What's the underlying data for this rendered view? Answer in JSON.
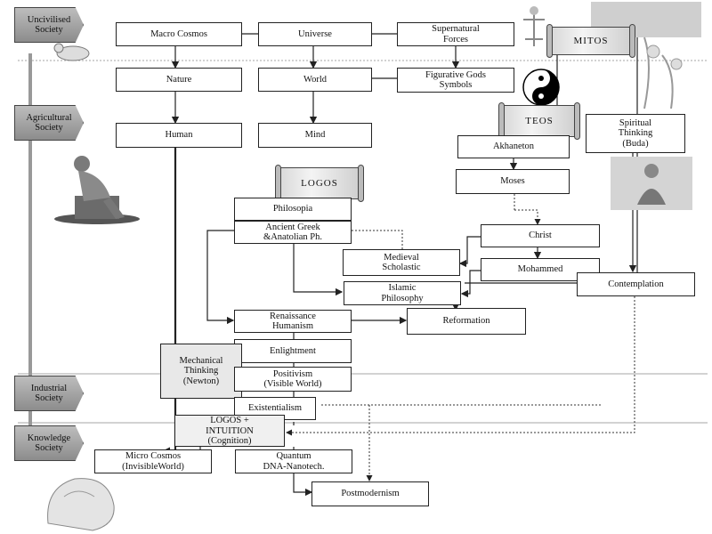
{
  "eras": {
    "uncivilised": "Uncivilised\nSociety",
    "agricultural": "Agricultural\nSociety",
    "industrial": "Industrial\nSociety",
    "knowledge": "Knowledge\nSociety"
  },
  "scrolls": {
    "mitos": "MITOS",
    "teos": "TEOS",
    "logos": "LOGOS"
  },
  "nodes": {
    "macro_cosmos": "Macro Cosmos",
    "universe": "Universe",
    "supernatural_forces": "Supernatural\nForces",
    "nature": "Nature",
    "world": "World",
    "figurative_gods": "Figurative Gods\nSymbols",
    "human": "Human",
    "mind": "Mind",
    "akhaneton": "Akhaneton",
    "spiritual_thinking": "Spiritual\nThinking\n(Buda)",
    "moses": "Moses",
    "philosopia": "Philosopia",
    "ancient_greek": "Ancient Greek\n&Anatolian Ph.",
    "christ": "Christ",
    "medieval_scholastic": "Medieval\nScholastic",
    "mohammed": "Mohammed",
    "islamic_philosophy": "Islamic\nPhilosophy",
    "contemplation": "Contemplation",
    "renaissance": "Renaissance\nHumanism",
    "reformation": "Reformation",
    "enlightment": "Enlightment",
    "mechanical_thinking": "Mechanical\nThinking\n(Newton)",
    "positivism": "Positivism\n(Visible World)",
    "existentialism": "Existentialism",
    "logos_intuition": "LOGOS +\nINTUITION\n(Cognition)",
    "micro_cosmos": "Micro Cosmos\n(InvisibleWorld)",
    "quantum": "Quantum\nDNA-Nanotech.",
    "postmodernism": "Postmodernism"
  },
  "colors": {
    "era_fill": "#9e9e9e",
    "line": "#222222",
    "arrow": "#999999"
  },
  "icons": [
    "yin-yang-icon",
    "thinker-statue",
    "human-head-drawing",
    "buddha-figure",
    "mythic-figure"
  ]
}
